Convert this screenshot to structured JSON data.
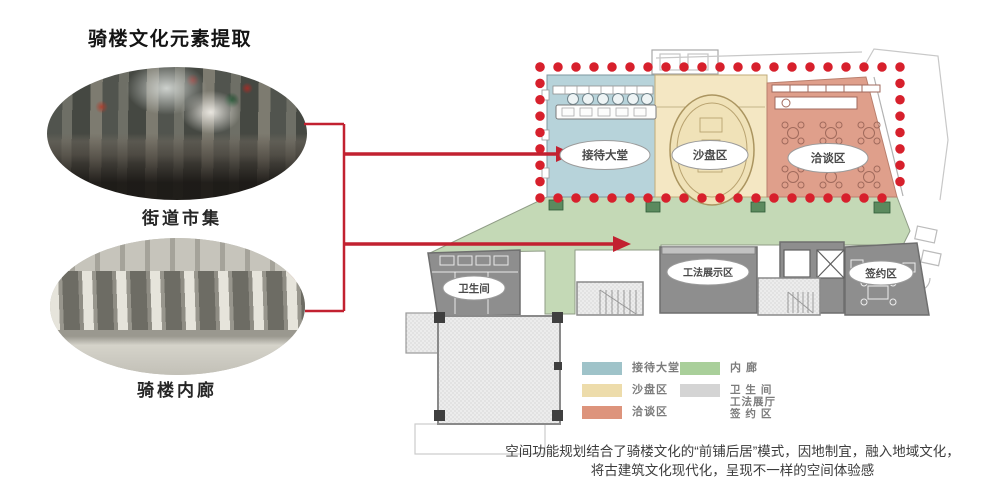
{
  "header": {
    "title": "骑楼文化元素提取"
  },
  "photos": {
    "street_market": {
      "label": "街道市集"
    },
    "arcade_corridor": {
      "label": "骑楼内廊"
    }
  },
  "plan": {
    "zones": {
      "reception": {
        "label": "接待大堂",
        "color": "#b7d3da"
      },
      "sand_table": {
        "label": "沙盘区",
        "color": "#f4e7c3"
      },
      "negotiation": {
        "label": "洽谈区",
        "color": "#df9f8b"
      },
      "corridor": {
        "color": "#c4d9b6"
      },
      "toilet": {
        "label": "卫生间",
        "color": "#8e8e8e"
      },
      "method_display": {
        "label": "工法展示区",
        "color": "#8e8e8e"
      },
      "signing": {
        "label": "签约区",
        "color": "#8e8e8e"
      }
    },
    "highlight_border_color": "#d7202c",
    "arrow_color": "#c22130"
  },
  "legend": {
    "left": [
      {
        "label": "接待大堂",
        "color": "#9fc3c9"
      },
      {
        "label": "沙盘区",
        "color": "#eddcab"
      },
      {
        "label": "洽谈区",
        "color": "#dd947c"
      }
    ],
    "right": [
      {
        "label": "内 廊",
        "color": "#a9cf9a"
      },
      {
        "color": "#d4d4d4",
        "lines": [
          "卫 生 间",
          "工法展厅",
          "签 约 区"
        ]
      }
    ]
  },
  "caption": {
    "line1": "空间功能规划结合了骑楼文化的“前铺后居”模式，因地制宜，融入地域文化，",
    "line2": "将古建筑文化现代化，呈现不一样的空间体验感"
  }
}
